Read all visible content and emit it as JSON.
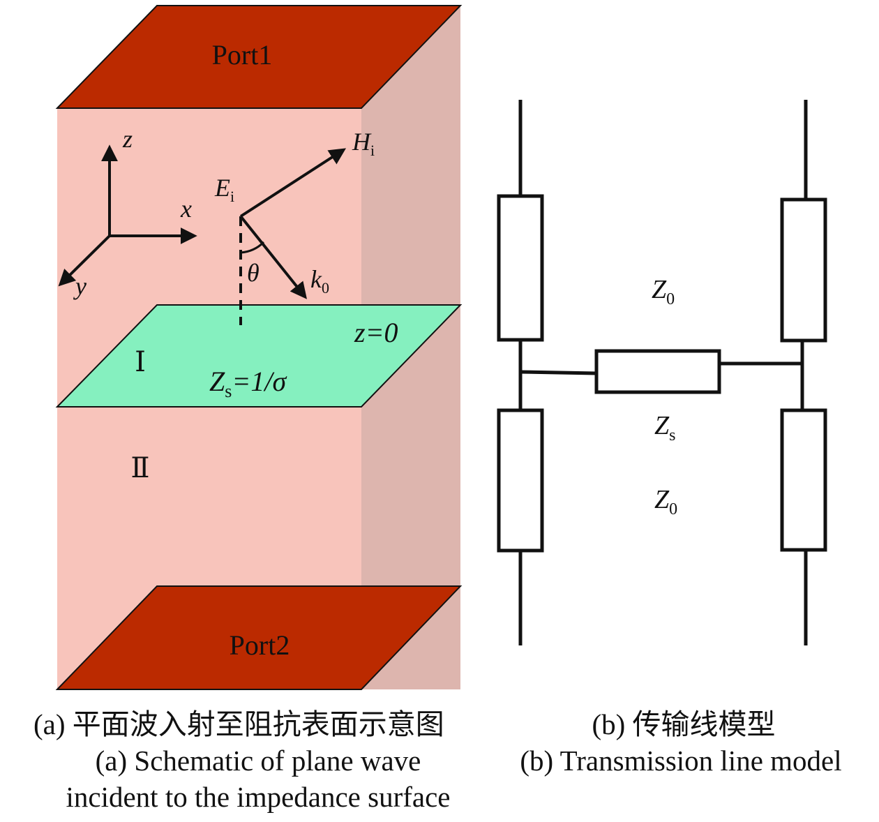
{
  "panel_a": {
    "port_top": "Port1",
    "port_bottom": "Port2",
    "axis_z": "z",
    "axis_x": "x",
    "axis_y": "y",
    "e_main": "E",
    "e_sub": "i",
    "h_main": "H",
    "h_sub": "i",
    "k_main": "k",
    "k_sub": "0",
    "theta": "θ",
    "plane_label": "z=0",
    "region_1": "Ⅰ",
    "region_2": "Ⅱ",
    "zs_main": "Z",
    "zs_sub": "s",
    "zs_rest": "=1/σ",
    "caption_cn": "(a) 平面波入射至阻抗表面示意图",
    "caption_en_1": "(a) Schematic of plane wave",
    "caption_en_2": "incident to the impedance surface"
  },
  "panel_b": {
    "z0_top_main": "Z",
    "z0_top_sub": "0",
    "zs_main": "Z",
    "zs_sub": "s",
    "z0_bottom_main": "Z",
    "z0_bottom_sub": "0",
    "caption_cn": "(b) 传输线模型",
    "caption_en": "(b) Transmission line model"
  },
  "colors": {
    "box_front": "#f8c4bb",
    "box_side": "#ddb5ae",
    "port": "#bb2a00",
    "plane": "#85f0bf",
    "stroke": "#111111"
  }
}
